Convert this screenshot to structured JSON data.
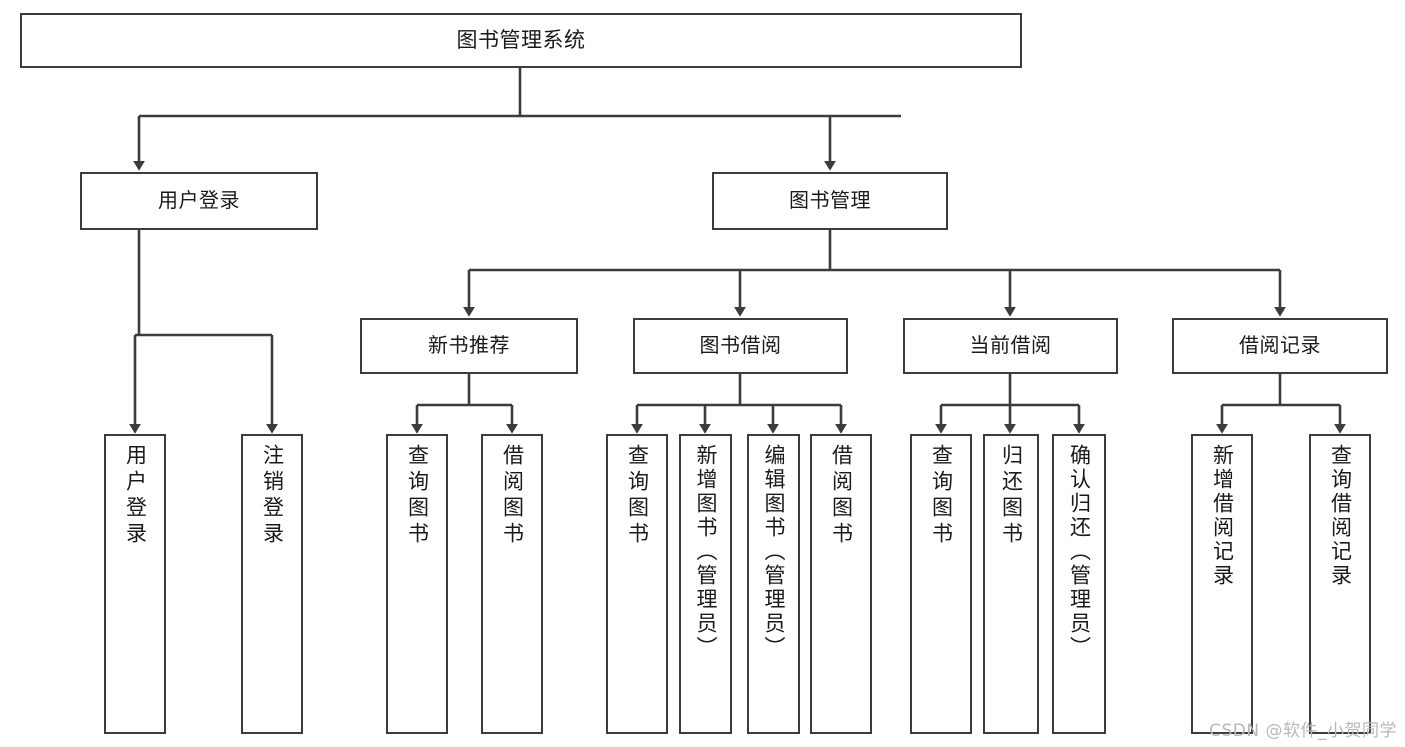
{
  "diagram": {
    "title": "图书管理系统",
    "watermark": "CSDN @软件_小贺同学",
    "line_color": "#3c3c3c",
    "box_fill": "#ffffff",
    "text_color": "#1a1a1a",
    "background": "#ffffff",
    "root": {
      "label": "图书管理系统"
    },
    "level2": [
      {
        "label": "用户登录"
      },
      {
        "label": "图书管理"
      }
    ],
    "level3": [
      {
        "label": "新书推荐"
      },
      {
        "label": "图书借阅"
      },
      {
        "label": "当前借阅"
      },
      {
        "label": "借阅记录"
      }
    ],
    "leaves": {
      "user_login": [
        {
          "label": "用户登录"
        },
        {
          "label": "注销登录"
        }
      ],
      "new_book_recommend": [
        {
          "label": "查询图书"
        },
        {
          "label": "借阅图书"
        }
      ],
      "book_borrow": [
        {
          "label": "查询图书"
        },
        {
          "label": "新增图书（管理员）"
        },
        {
          "label": "编辑图书（管理员）"
        },
        {
          "label": "借阅图书"
        }
      ],
      "current_borrow": [
        {
          "label": "查询图书"
        },
        {
          "label": "归还图书"
        },
        {
          "label": "确认归还（管理员）"
        }
      ],
      "borrow_record": [
        {
          "label": "新增借阅记录"
        },
        {
          "label": "查询借阅记录"
        }
      ]
    }
  }
}
